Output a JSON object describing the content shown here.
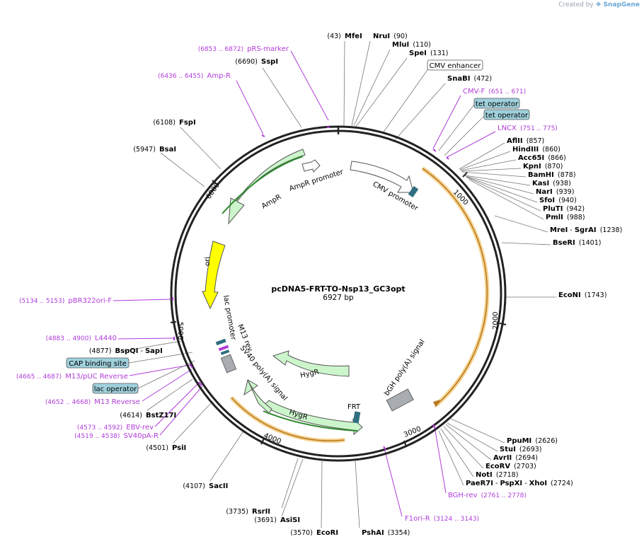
{
  "credit": {
    "prefix": "Created by",
    "brand": "SnapGene"
  },
  "plasmid": {
    "name": "pcDNA5-FRT-TO-Nsp13_GC3opt",
    "length_label": "6927 bp"
  },
  "ticks": [
    "1000",
    "2000",
    "3000",
    "4000",
    "5000",
    "6000"
  ],
  "sites": [
    {
      "name": "MfeI",
      "pos": "(43)"
    },
    {
      "name": "NruI",
      "pos": "(90)"
    },
    {
      "name": "MluI",
      "pos": "(110)"
    },
    {
      "name": "SpeI",
      "pos": "(131)"
    },
    {
      "name": "SnaBI",
      "pos": "(472)"
    },
    {
      "name": "AflII",
      "pos": "(857)"
    },
    {
      "name": "HindIII",
      "pos": "(860)"
    },
    {
      "name": "Acc65I",
      "pos": "(866)"
    },
    {
      "name": "KpnI",
      "pos": "(870)"
    },
    {
      "name": "BamHI",
      "pos": "(878)"
    },
    {
      "name": "KasI",
      "pos": "(938)"
    },
    {
      "name": "NarI",
      "pos": "(939)"
    },
    {
      "name": "SfoI",
      "pos": "(940)"
    },
    {
      "name": "PluTI",
      "pos": "(942)"
    },
    {
      "name": "PmlI",
      "pos": "(988)"
    },
    {
      "name": "MreI - SgrAI",
      "pos": "(1238)"
    },
    {
      "name": "BseRI",
      "pos": "(1401)"
    },
    {
      "name": "EcoNI",
      "pos": "(1743)"
    },
    {
      "name": "PpuMI",
      "pos": "(2626)"
    },
    {
      "name": "StuI",
      "pos": "(2693)"
    },
    {
      "name": "AvrII",
      "pos": "(2694)"
    },
    {
      "name": "EcoRV",
      "pos": "(2703)"
    },
    {
      "name": "NotI",
      "pos": "(2718)"
    },
    {
      "name": "PaeR7I - PspXI - XhoI",
      "pos": "(2724)"
    },
    {
      "name": "PshAI",
      "pos": "(3354)"
    },
    {
      "name": "EcoRI",
      "pos": "(3570)"
    },
    {
      "name": "AsiSI",
      "pos": "(3691)"
    },
    {
      "name": "RsrII",
      "pos": "(3735)"
    },
    {
      "name": "SacII",
      "pos": "(4107)"
    },
    {
      "name": "PsiI",
      "pos": "(4501)"
    },
    {
      "name": "BstZ17I",
      "pos": "(4614)"
    },
    {
      "name": "BspQI - SapI",
      "pos": "(4877)"
    },
    {
      "name": "BsaI",
      "pos": "(5947)"
    },
    {
      "name": "FspI",
      "pos": "(6108)"
    },
    {
      "name": "SspI",
      "pos": "(6690)"
    }
  ],
  "primers": [
    {
      "name": "pRS-marker",
      "range": "(6853 .. 6872)"
    },
    {
      "name": "Amp-R",
      "range": "(6436 .. 6455)"
    },
    {
      "name": "CMV-F",
      "range": "(651 .. 671)"
    },
    {
      "name": "LNCX",
      "range": "(751 .. 775)"
    },
    {
      "name": "pBR322ori-F",
      "range": "(5134 .. 5153)"
    },
    {
      "name": "L4440",
      "range": "(4883 .. 4900)"
    },
    {
      "name": "M13/pUC Reverse",
      "range": "(4665 .. 4687)"
    },
    {
      "name": "M13 Reverse",
      "range": "(4652 .. 4668)"
    },
    {
      "name": "EBV-rev",
      "range": "(4573 .. 4592)"
    },
    {
      "name": "SV40pA-R",
      "range": "(4519 .. 4538)"
    },
    {
      "name": "BGH-rev",
      "range": "(2761 .. 2778)"
    },
    {
      "name": "F1ori-R",
      "range": "(3124 .. 3143)"
    }
  ],
  "boxed_features": [
    "CMV enhancer",
    "tet operator",
    "tet operator",
    "CAP binding site",
    "lac operator"
  ],
  "features": [
    "AmpR promoter",
    "AmpR",
    "CMV promoter",
    "ori",
    "lac promoter",
    "M13 rev",
    "SV40 poly(A) signal",
    "HygR",
    "HygR",
    "FRT",
    "bGH poly(A) signal"
  ],
  "colors": {
    "ring": "#222222",
    "primer": "#b03cd8",
    "feature_green": "#ccf5cc",
    "ori": "#ffff00",
    "orange_arc": "#e8a33d",
    "boxed_fill": "#9fd0dc",
    "gray_feature": "#a9adb2",
    "teal_marker": "#2f6f80"
  }
}
